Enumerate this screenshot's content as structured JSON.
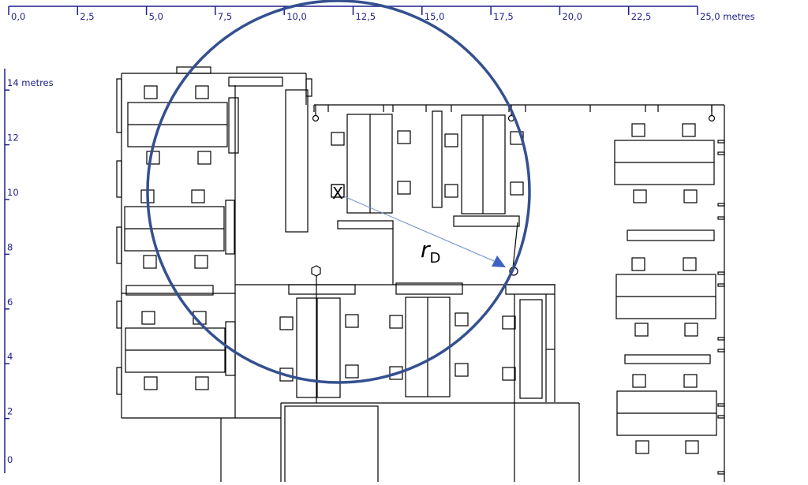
{
  "scale": {
    "x_ticks": [
      "0,0",
      "2,5",
      "5,0",
      "7,5",
      "10,0",
      "12,5",
      "15,0",
      "17,5",
      "20,0",
      "22,5",
      "25,0 metres"
    ],
    "y_ticks": [
      "0",
      "2",
      "4",
      "6",
      "8",
      "10",
      "12",
      "14 metres"
    ]
  },
  "annotations": {
    "point_label": "X",
    "radius_label_main": "r",
    "radius_label_sub": "D"
  },
  "colors": {
    "scale": "#1f1f8a",
    "circle": "#34508f",
    "arrow": "#6d8fce",
    "arrowhead": "#3f63c2",
    "plan": "#000000"
  }
}
